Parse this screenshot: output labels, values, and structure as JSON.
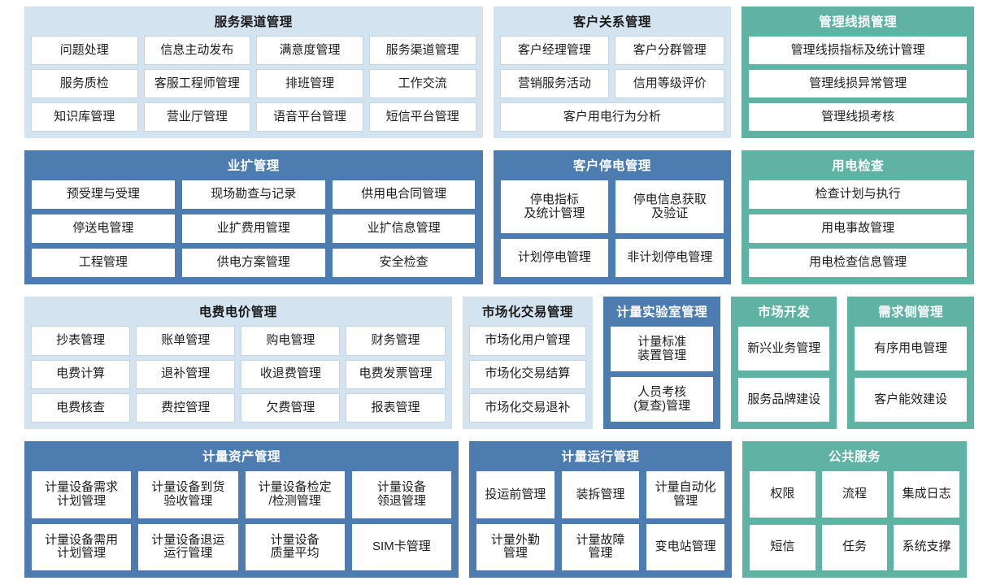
{
  "rows": [
    {
      "id": "row-1",
      "panels": [
        {
          "key": "service",
          "title": "服务渠道管理",
          "theme": "lightblue",
          "items": [
            "问题处理",
            "信息主动发布",
            "满意度管理",
            "服务渠道管理",
            "服务质检",
            "客服工程师管理",
            "排班管理",
            "工作交流",
            "知识库管理",
            "营业厅管理",
            "语音平台管理",
            "短信平台管理"
          ]
        },
        {
          "key": "crm",
          "title": "客户关系管理",
          "theme": "lightblue",
          "items": [
            "客户经理管理",
            "客户分群管理",
            "营销服务活动",
            "信用等级评价",
            "客户用电行为分析"
          ]
        },
        {
          "key": "lineloss",
          "title": "管理线损管理",
          "theme": "teal",
          "items": [
            "管理线损指标及统计管理",
            "管理线损异常管理",
            "管理线损考核"
          ]
        }
      ]
    },
    {
      "id": "row-2",
      "panels": [
        {
          "key": "expand",
          "title": "业扩管理",
          "theme": "darkblue",
          "items": [
            "预受理与受理",
            "现场勘查与记录",
            "供用电合同管理",
            "停送电管理",
            "业扩费用管理",
            "业扩信息管理",
            "工程管理",
            "供电方案管理",
            "安全检查"
          ]
        },
        {
          "key": "outage",
          "title": "客户停电管理",
          "theme": "darkblue",
          "items": [
            "停电指标\n及统计管理",
            "停电信息获取\n及验证",
            "计划停电管理",
            "非计划停电管理"
          ]
        },
        {
          "key": "inspect",
          "title": "用电检查",
          "theme": "teal",
          "items": [
            "检查计划与执行",
            "用电事故管理",
            "用电检查信息管理"
          ]
        }
      ]
    },
    {
      "id": "row-3",
      "panels": [
        {
          "key": "fee",
          "title": "电费电价管理",
          "theme": "lightblue",
          "items": [
            "抄表管理",
            "账单管理",
            "购电管理",
            "财务管理",
            "电费计算",
            "退补管理",
            "收退费管理",
            "电费发票管理",
            "电费核查",
            "费控管理",
            "欠费管理",
            "报表管理"
          ]
        },
        {
          "key": "market",
          "title": "市场化交易管理",
          "theme": "lightblue",
          "items": [
            "市场化用户管理",
            "市场化交易结算",
            "市场化交易退补"
          ]
        },
        {
          "key": "lab",
          "title": "计量实验室管理",
          "theme": "darkblue",
          "items": [
            "计量标准\n装置管理",
            "人员考核\n(复查)管理"
          ]
        },
        {
          "key": "mktdev",
          "title": "市场开发",
          "theme": "teal",
          "items": [
            "新兴业务管理",
            "服务品牌建设"
          ]
        },
        {
          "key": "demand",
          "title": "需求侧管理",
          "theme": "teal",
          "items": [
            "有序用电管理",
            "客户能效建设"
          ]
        }
      ]
    },
    {
      "id": "row-4",
      "panels": [
        {
          "key": "asset",
          "title": "计量资产管理",
          "theme": "darkblue",
          "items": [
            "计量设备需求\n计划管理",
            "计量设备到货\n验收管理",
            "计量设备检定\n/检测管理",
            "计量设备\n领退管理",
            "计量设备需用\n计划管理",
            "计量设备退运\n运行管理",
            "计量设备\n质量平均",
            "SIM卡管理"
          ]
        },
        {
          "key": "ops",
          "title": "计量运行管理",
          "theme": "darkblue",
          "items": [
            "投运前管理",
            "装拆管理",
            "计量自动化\n管理",
            "计量外勤\n管理",
            "计量故障\n管理",
            "变电站管理"
          ]
        },
        {
          "key": "public",
          "title": "公共服务",
          "theme": "teal",
          "items": [
            "权限",
            "流程",
            "集成日志",
            "短信",
            "任务",
            "系统支撑"
          ]
        }
      ]
    }
  ],
  "colors": {
    "light_blue": "#d4e3f0",
    "dark_blue": "#4c7cb0",
    "teal": "#5fb3a4",
    "cell_background": "#ffffff",
    "page_background": "#ffffff"
  }
}
